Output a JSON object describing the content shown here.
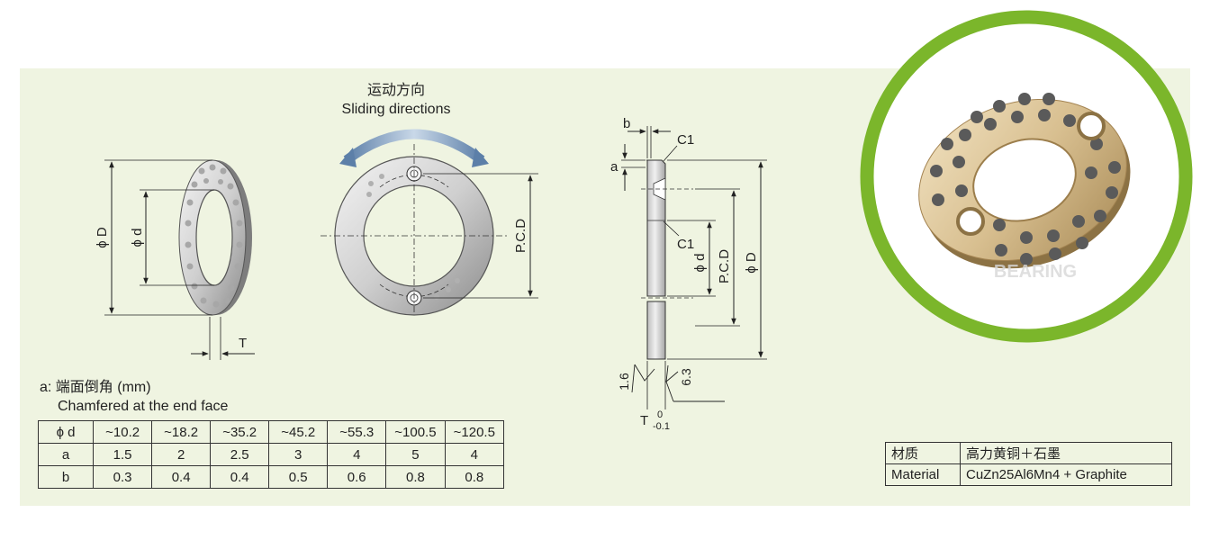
{
  "top_caption": {
    "zh": "运动方向",
    "en": "Sliding directions"
  },
  "labels": {
    "phi_D": "ϕ D",
    "phi_d": "ϕ d",
    "T": "T",
    "PCD": "P.C.D",
    "b": "b",
    "a": "a",
    "C1": "C1",
    "rough_left": "1.6",
    "rough_right": "6.3",
    "T_tol_upper": "0",
    "T_tol_lower": "-0.1"
  },
  "chamfer_note": {
    "zh": "a: 端面倒角 (mm)",
    "en": "Chamfered at the end face"
  },
  "dimension_table": {
    "header": [
      "ϕ d",
      "~10.2",
      "~18.2",
      "~35.2",
      "~45.2",
      "~55.3",
      "~100.5",
      "~120.5"
    ],
    "rows": [
      [
        "a",
        "1.5",
        "2",
        "2.5",
        "3",
        "4",
        "5",
        "4"
      ],
      [
        "b",
        "0.3",
        "0.4",
        "0.4",
        "0.5",
        "0.6",
        "0.8",
        "0.8"
      ]
    ]
  },
  "material_table": {
    "rows": [
      [
        "材质",
        "高力黄铜＋石墨"
      ],
      [
        "Material",
        "CuZn25Al6Mn4 + Graphite"
      ]
    ]
  },
  "watermark": "BEARING",
  "colors": {
    "panel_bg": "#eff4e1",
    "ring_green": "#7bb62b",
    "bronze": "#d9c39a",
    "graphite": "#5a5a5a"
  }
}
